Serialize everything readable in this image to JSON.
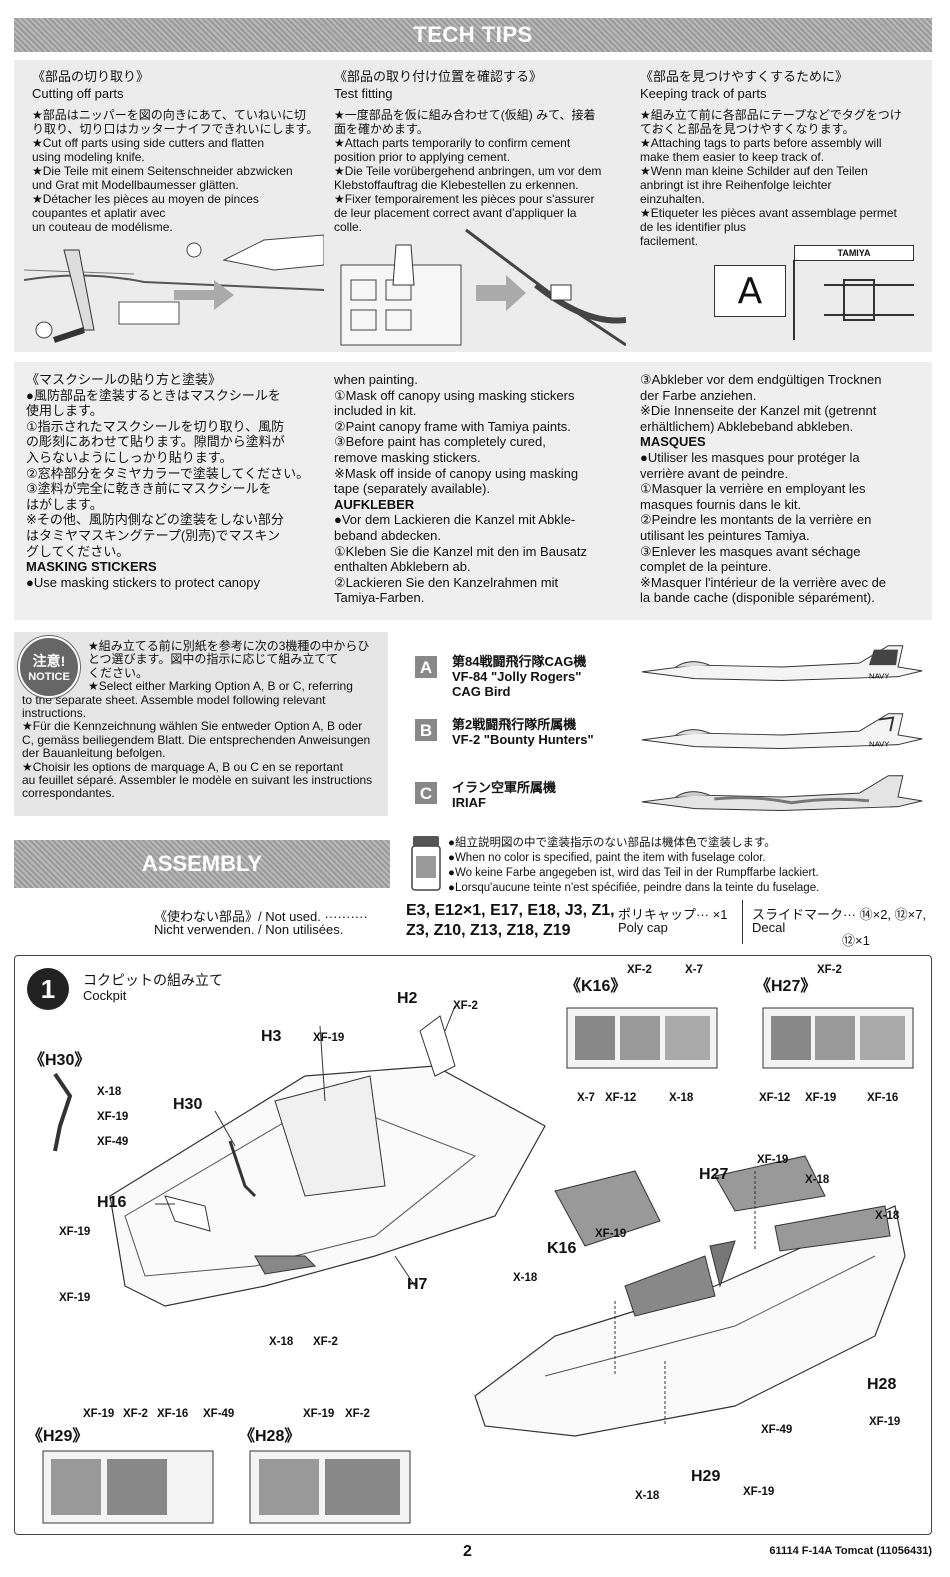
{
  "header": {
    "title": "TECH TIPS"
  },
  "tips": [
    {
      "heading_jp": "《部品の切り取り》",
      "heading_en": "Cutting off parts",
      "lines": [
        "★部品はニッパーを図の向きにあて、ていねいに切",
        "り取り、切り口はカッターナイフできれいにします。",
        "★Cut off parts using side cutters and flatten",
        "using modeling knife.",
        "★Die Teile mit einem Seitenschneider abzwicken",
        "und Grat mit Modellbaumesser glätten.",
        "★Détacher les pièces au moyen de pinces",
        "coupantes et aplatir avec",
        "un couteau de modélisme."
      ]
    },
    {
      "heading_jp": "《部品の取り付け位置を確認する》",
      "heading_en": "Test fitting",
      "lines": [
        "★一度部品を仮に組み合わせて(仮組) みて、接着",
        "面を確かめます。",
        "★Attach parts temporarily to confirm cement",
        "position prior to applying cement.",
        "★Die Teile vorübergehend anbringen, um vor dem",
        "Klebstoffauftrag die Klebestellen zu erkennen.",
        "★Fixer temporairement les pièces pour s'assurer",
        "de leur placement correct avant d'appliquer la",
        "colle."
      ]
    },
    {
      "heading_jp": "《部品を見つけやすくするために》",
      "heading_en": "Keeping track of parts",
      "lines": [
        "★組み立て前に各部品にテープなどでタグをつけ",
        "ておくと部品を見つけやすくなります。",
        "★Attaching tags to parts before assembly will",
        "make them easier to keep track of.",
        "★Wenn man kleine Schilder auf den Teilen",
        "anbringt ist ihre Reihenfolge leichter",
        "einzuhalten.",
        "★Etiqueter les pièces avant assemblage permet",
        "de les identifier plus",
        "facilement."
      ],
      "tag_letter": "A",
      "tag_brand": "TAMIYA"
    }
  ],
  "masking": {
    "col1": [
      "《マスクシールの貼り方と塗装》",
      "●風防部品を塗装するときはマスクシールを",
      "使用します。",
      "①指示されたマスクシールを切り取り、風防",
      "の彫刻にあわせて貼ります。隙間から塗料が",
      "入らないようにしっかり貼ります。",
      "②窓枠部分をタミヤカラーで塗装してください。",
      "③塗料が完全に乾きき前にマスクシールを",
      "はがします。",
      "※その他、風防内側などの塗装をしない部分",
      "はタミヤマスキングテープ(別売)でマスキン",
      "グしてください。"
    ],
    "col1_head": "MASKING STICKERS",
    "col1_tail": "●Use masking stickers to protect canopy",
    "col2": [
      "when painting.",
      "①Mask off canopy using masking stickers",
      "included in kit.",
      "②Paint canopy frame with Tamiya paints.",
      "③Before paint has completely cured,",
      "remove masking stickers.",
      "※Mask off inside of canopy using masking",
      "tape (separately available)."
    ],
    "col2_head": "AUFKLEBER",
    "col2_tail": [
      "●Vor dem Lackieren die Kanzel mit Abkle-",
      "beband abdecken.",
      "①Kleben Sie die Kanzel mit den im Bausatz",
      "enthalten Abklebern ab.",
      "②Lackieren Sie den Kanzelrahmen mit",
      "Tamiya-Farben."
    ],
    "col3": [
      "③Abkleber vor dem endgültigen Trocknen",
      "der Farbe anziehen.",
      "※Die Innenseite der Kanzel mit (getrennt",
      "erhältlichem) Abklebeband abkleben."
    ],
    "col3_head": "MASQUES",
    "col3_tail": [
      "●Utiliser les masques pour protéger la",
      "verrière avant de peindre.",
      "①Masquer la verrière en employant les",
      "masques fournis dans le kit.",
      "②Peindre les montants de la verrière en",
      "utilisant les peintures Tamiya.",
      "③Enlever les masques avant séchage",
      "complet de la peinture.",
      "※Masquer l'intérieur de la verrière avec de",
      "la bande cache (disponible séparément)."
    ]
  },
  "notice": {
    "badge_jp": "注意!",
    "badge_en": "NOTICE",
    "lines_indented": [
      "★組み立てる前に別紙を参考に次の3機種の中からひ",
      "とつ選びます。図中の指示に応じて組み立てて",
      "ください。",
      "★Select either Marking Option A, B or C, referring"
    ],
    "lines": [
      "to the separate sheet. Assemble model following relevant",
      "instructions.",
      "★Für die Kennzeichnung wählen Sie entweder Option A, B oder",
      "C, gemäss beiliegendem Blatt. Die entsprechenden Anweisungen",
      "der Bauanleitung befolgen.",
      "★Choisir les options de marquage A, B ou C en se reportant",
      "au feuillet séparé. Assembler le modèle en suivant les instructions",
      "correspondantes."
    ]
  },
  "options": [
    {
      "letter": "A",
      "jp": "第84戦闘飛行隊CAG機",
      "en1": "VF-84 \"Jolly Rogers\"",
      "en2": "CAG Bird"
    },
    {
      "letter": "B",
      "jp": "第2戦闘飛行隊所属機",
      "en1": "VF-2 \"Bounty Hunters\"",
      "en2": ""
    },
    {
      "letter": "C",
      "jp": "イラン空軍所属機",
      "en1": "IRIAF",
      "en2": ""
    }
  ],
  "jet_markings": [
    "NAVY",
    "NAVY"
  ],
  "assembly": {
    "title": "ASSEMBLY"
  },
  "paint_note": [
    "●組立説明図の中で塗装指示のない部品は機体色で塗装します。",
    "●When no color is specified, paint the item with fuselage color.",
    "●Wo keine Farbe angegeben ist, wird das Teil in der Rumpffarbe lackiert.",
    "●Lorsqu'aucune teinte n'est spécifiée, peindre dans la teinte du fuselage."
  ],
  "not_used": {
    "label1": "《使わない部品》/ Not used. ··········",
    "label2": "Nicht verwenden. / Non utilisées.",
    "parts1": "E3, E12×1, E17, E18, J3, Z1,",
    "parts2": "Z3, Z10, Z13, Z18, Z19",
    "polycap": "ポリキャップ··· ×1",
    "polycap_en": "Poly cap",
    "decal": "スライドマーク··· ⑭×2, ⑫×7,",
    "decal_en": "Decal",
    "decal2": "⑫×1"
  },
  "step": {
    "number": "1",
    "title_jp": "コクピットの組み立て",
    "title_en": "Cockpit",
    "labels": {
      "h30_detail": "《H30》",
      "k16_detail": "《K16》",
      "h27_detail": "《H27》",
      "h29_detail": "《H29》",
      "h28_detail": "《H28》",
      "H2": "H2",
      "H3": "H3",
      "H30": "H30",
      "H16": "H16",
      "H7": "H7",
      "H27": "H27",
      "K16": "K16",
      "H28": "H28",
      "H29": "H29"
    },
    "colors": {
      "xf2": "XF-2",
      "x7": "X-7",
      "x18": "X-18",
      "xf19": "XF-19",
      "xf49": "XF-49",
      "xf12": "XF-12",
      "xf16": "XF-16"
    }
  },
  "footer": {
    "page": "2",
    "code": "61114 F-14A Tomcat (11056431)"
  }
}
